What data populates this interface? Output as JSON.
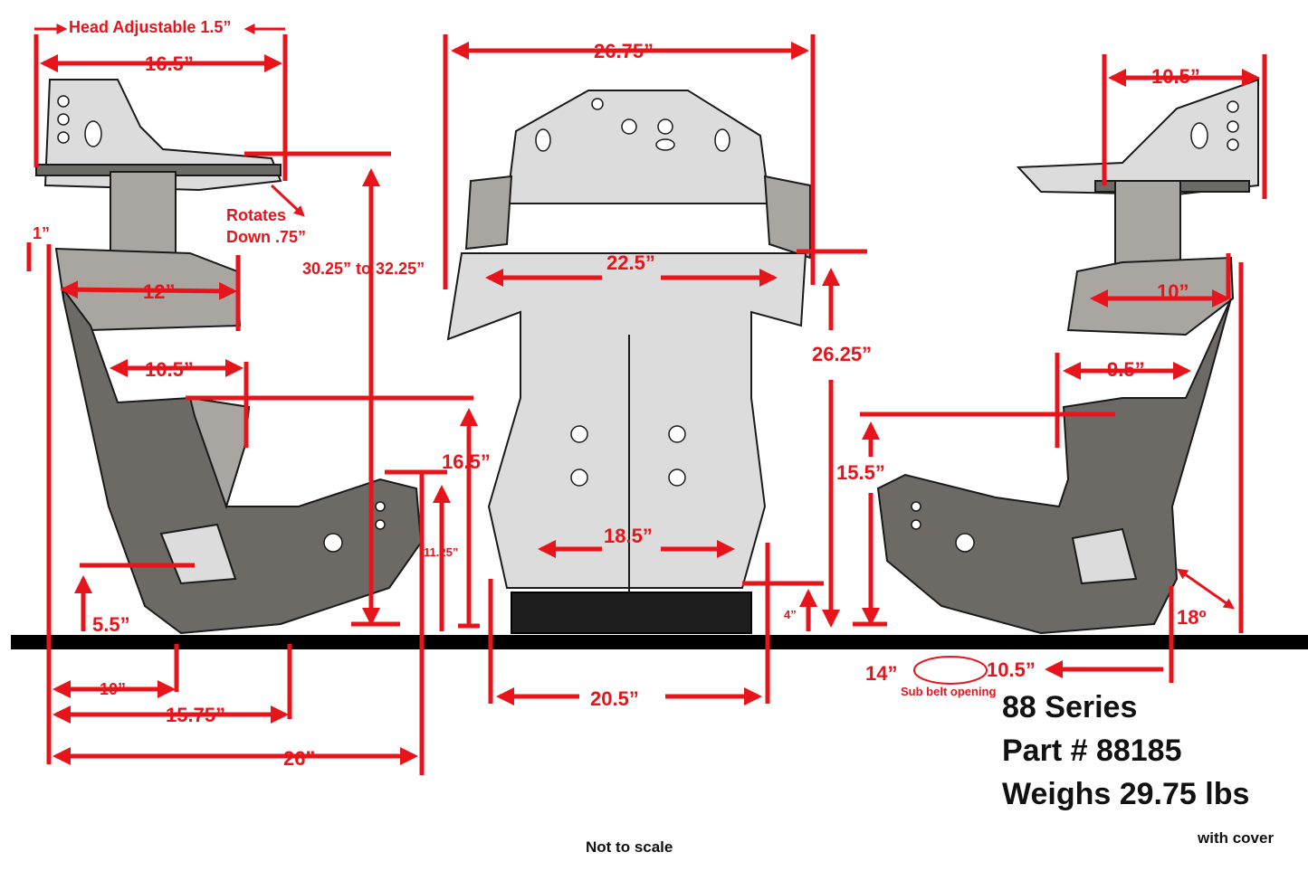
{
  "colors": {
    "dimension": "#e8141c",
    "ground": "#000000",
    "text": "#111111"
  },
  "title": {
    "series": "88 Series",
    "part": "Part # 88185",
    "weight": "Weighs 29.75 lbs",
    "note": "with cover"
  },
  "footer": "Not to scale",
  "left_view": {
    "head_adjustable": "Head Adjustable 1.5”",
    "head_width": "16.5”",
    "rotates_line1": "Rotates",
    "rotates_line2": "Down .75”",
    "offset": "1”",
    "shoulder": "12”",
    "height_range": "30.25” to 32.25”",
    "hip": "10.5”",
    "thigh_height": "16.5”",
    "side_height": "11.25”",
    "front_height": "5.5”",
    "depth_10": "10”",
    "depth_1575": "15.75”",
    "depth_26": "26”"
  },
  "front_view": {
    "top_width": "26.75”",
    "shoulder_width": "22.5”",
    "hip_width": "18.5”",
    "base_width": "20.5”",
    "side_height": "26.25”",
    "base_height": "4”"
  },
  "right_view": {
    "head_width": "10.5”",
    "shoulder": "10”",
    "hip": "9.5”",
    "thigh_height": "15.5”",
    "angle": "18º",
    "belt_14": "14”",
    "belt_105": "10.5”",
    "sub_belt": "Sub belt opening"
  }
}
